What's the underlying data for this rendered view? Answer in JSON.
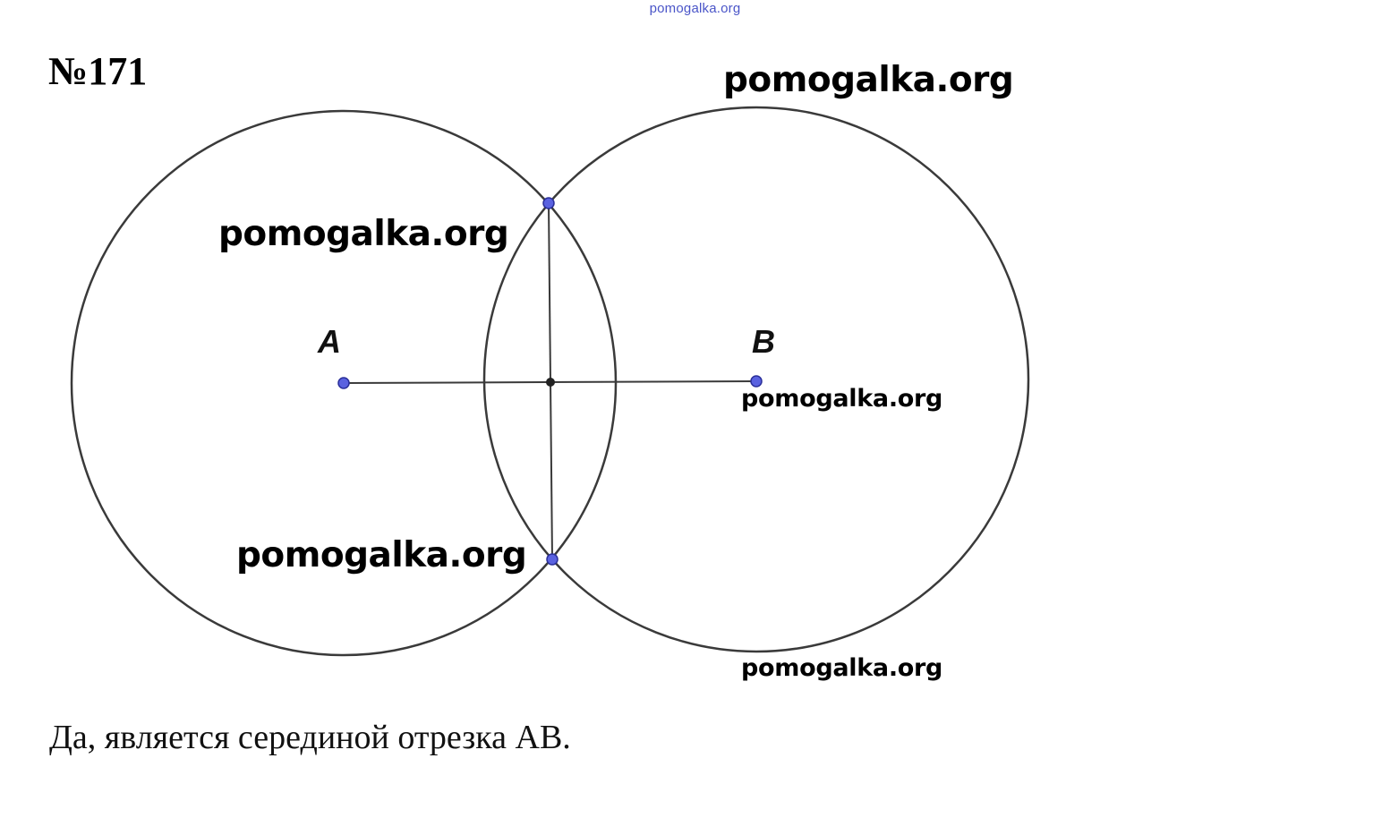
{
  "header": {
    "site_watermark": "pomogalka.org"
  },
  "problem": {
    "number": "№171"
  },
  "diagram": {
    "points": {
      "a_label": "A",
      "b_label": "B"
    },
    "colors": {
      "circle_stroke": "#3a3a3a",
      "segment_stroke": "#3a3a3a",
      "point_fill": "#5a62e0",
      "point_stroke": "#2a2f9a",
      "midpoint_fill": "#222222"
    }
  },
  "watermarks": {
    "top_right": "pomogalka.org",
    "upper_left": "pomogalka.org",
    "near_b": "pomogalka.org",
    "lower_left": "pomogalka.org",
    "bottom_right": "pomogalka.org"
  },
  "answer": {
    "text": "Да, является серединой отрезка АВ."
  }
}
